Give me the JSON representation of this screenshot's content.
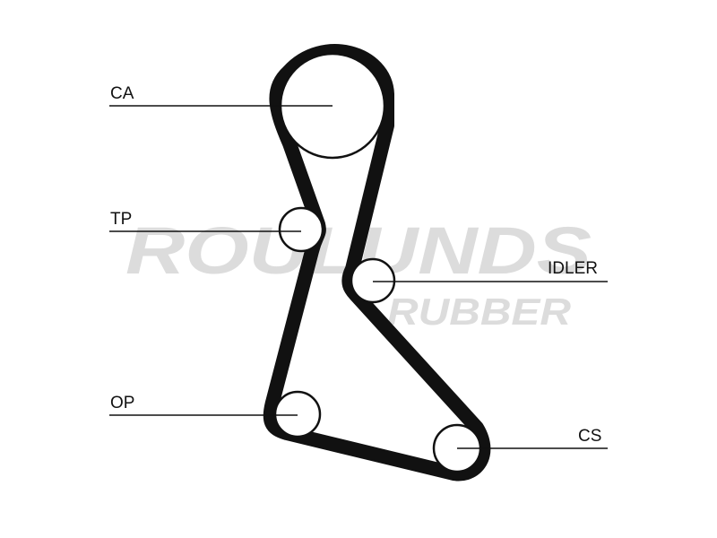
{
  "watermark": {
    "brand": "ROULUNDS",
    "sub": "RUBBER",
    "color": "#dcdcdc"
  },
  "labels": {
    "ca": "CA",
    "tp": "TP",
    "idler": "IDLER",
    "op": "OP",
    "cs": "CS"
  },
  "colors": {
    "belt": "#111111",
    "line": "#111111",
    "background": "#ffffff"
  }
}
